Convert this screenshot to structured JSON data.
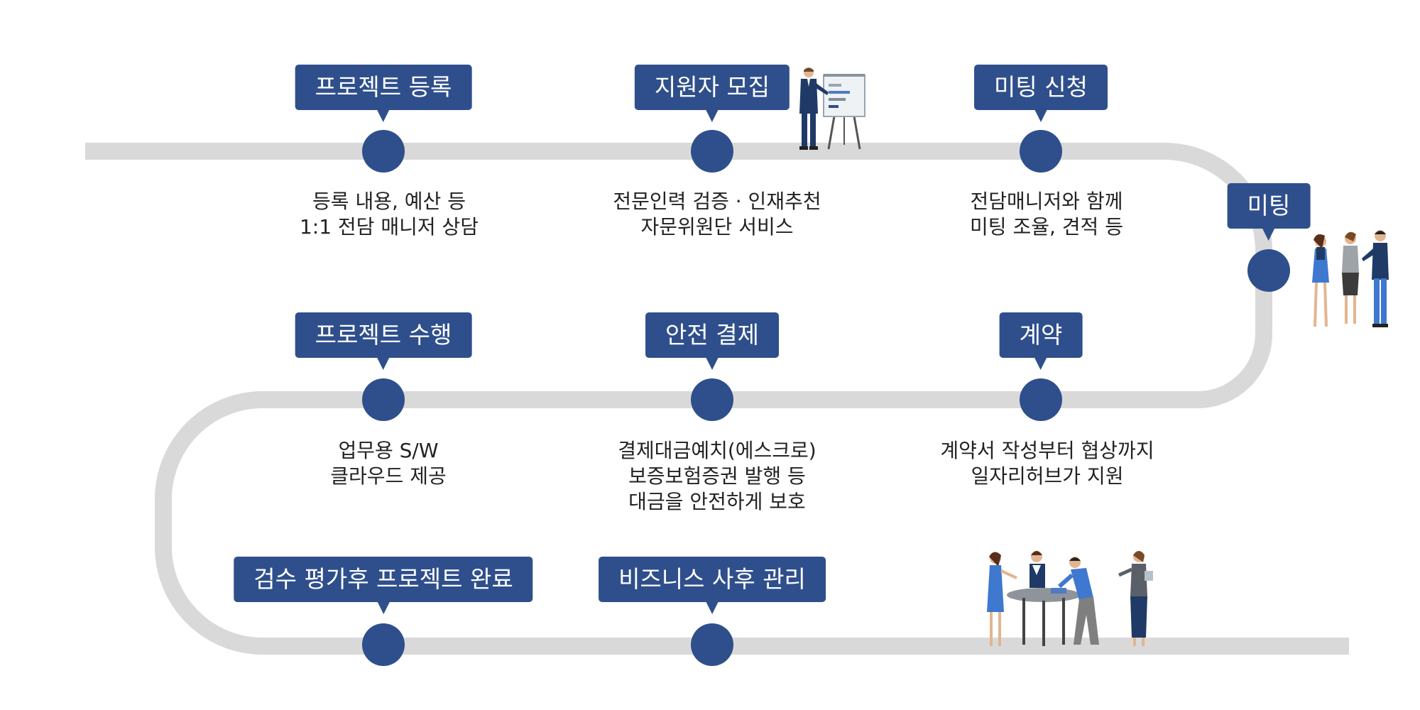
{
  "steps": [
    {
      "label": "프로젝트 등록",
      "desc": [
        "등록 내용, 예산 등",
        "1:1 전담 매니저 상담"
      ]
    },
    {
      "label": "지원자 모집",
      "desc": [
        "전문인력 검증 · 인재추천",
        "자문위원단 서비스"
      ]
    },
    {
      "label": "미팅 신청",
      "desc": [
        "전담매니저와 함께",
        "미팅 조율, 견적 등"
      ]
    },
    {
      "label": "미팅",
      "desc": []
    },
    {
      "label": "계약",
      "desc": [
        "계약서 작성부터 협상까지",
        "일자리허브가 지원"
      ]
    },
    {
      "label": "안전 결제",
      "desc": [
        "결제대금예치(에스크로)",
        "보증보험증권 발행 등",
        "대금을 안전하게 보호"
      ]
    },
    {
      "label": "프로젝트 수행",
      "desc": [
        "업무용 S/W",
        "클라우드 제공"
      ]
    },
    {
      "label": "검수 평가후 프로젝트 완료",
      "desc": []
    },
    {
      "label": "비즈니스 사후 관리",
      "desc": []
    }
  ],
  "colors": {
    "node": "#2f4f8c",
    "track": "#d9d9d9",
    "text": "#222222"
  }
}
